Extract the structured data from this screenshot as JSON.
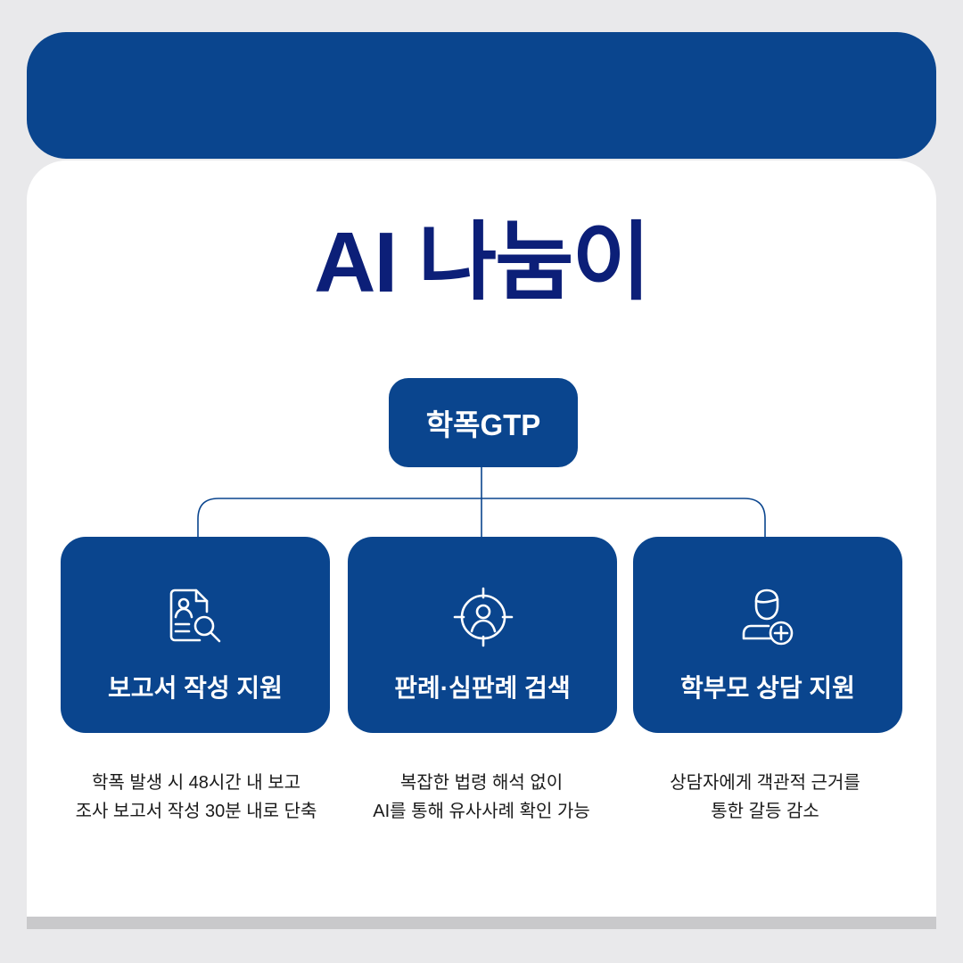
{
  "title": "AI 나눔이",
  "root": {
    "label": "학폭GTP"
  },
  "branches": [
    {
      "label": "보고서 작성 지원",
      "icon": "report-search-icon",
      "description": [
        "학폭 발생 시 48시간 내 보고",
        "조사 보고서 작성 30분 내로 단축"
      ]
    },
    {
      "label": "판례·심판례 검색",
      "icon": "target-person-icon",
      "description": [
        "복잡한 법령 해석 없이",
        "AI를 통해 유사사례 확인 가능"
      ]
    },
    {
      "label": "학부모 상담 지원",
      "icon": "user-add-icon",
      "description": [
        "상담자에게 객관적 근거를",
        "통한 갈등 감소"
      ]
    }
  ],
  "colors": {
    "primary": "#0a458e",
    "title": "#0c1f78",
    "background": "#e9e9eb",
    "card": "#ffffff"
  }
}
